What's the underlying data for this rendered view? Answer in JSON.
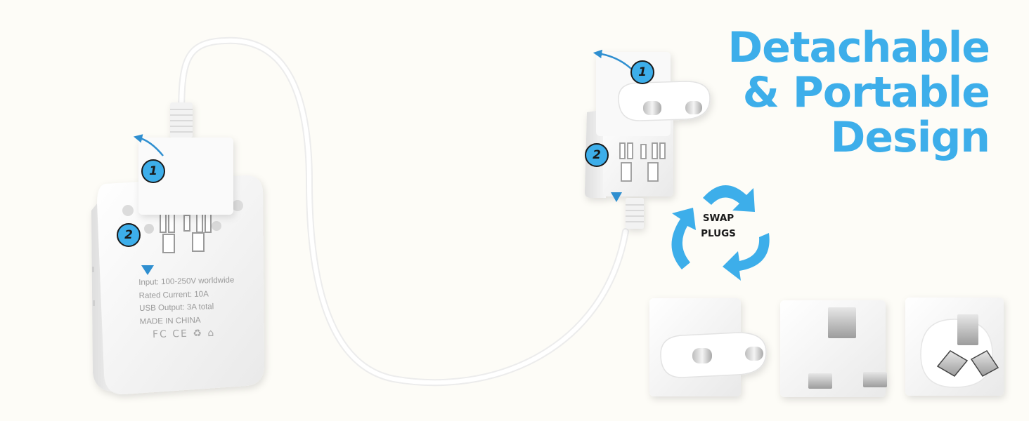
{
  "headline": {
    "line1": "Detachable",
    "line2": "& Portable",
    "line3": "Design"
  },
  "adapter_label": {
    "input": "Input: 100-250V worldwide",
    "rated_current": "Rated Current: 10A",
    "usb_output": "USB Output: 3A total",
    "made_in": "MADE IN CHINA",
    "certifications": "FC CE ♻ ⌂"
  },
  "swap_label": {
    "line1": "SWAP",
    "line2": "PLUGS"
  },
  "steps": {
    "step1": "1",
    "step2": "2"
  },
  "colors": {
    "accent": "#3daeea",
    "background": "#fdfcf7",
    "device": "#ffffff"
  },
  "plug_types": [
    "EU plug",
    "UK plug",
    "AU plug"
  ]
}
